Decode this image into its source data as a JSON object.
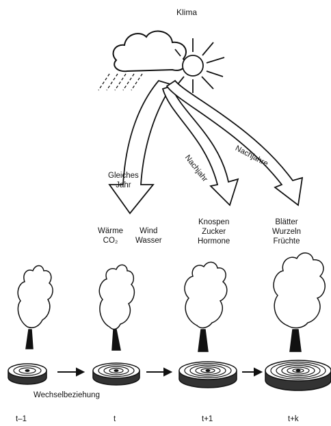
{
  "title": "Klima",
  "arrows": {
    "same_year": [
      "Gleiches",
      "Jahr"
    ],
    "next_year": "Nachjahr",
    "next_years": "Nachjahre"
  },
  "factors": {
    "group1": [
      "Wärme",
      "CO₂"
    ],
    "group2": [
      "Wind",
      "Wasser"
    ],
    "group3": [
      "Knospen",
      "Zucker",
      "Hormone"
    ],
    "group4": [
      "Blätter",
      "Wurzeln",
      "Früchte"
    ]
  },
  "interaction_label": "Wechselbeziehung",
  "time_labels": [
    "t–1",
    "t",
    "t+1",
    "t+k"
  ]
}
